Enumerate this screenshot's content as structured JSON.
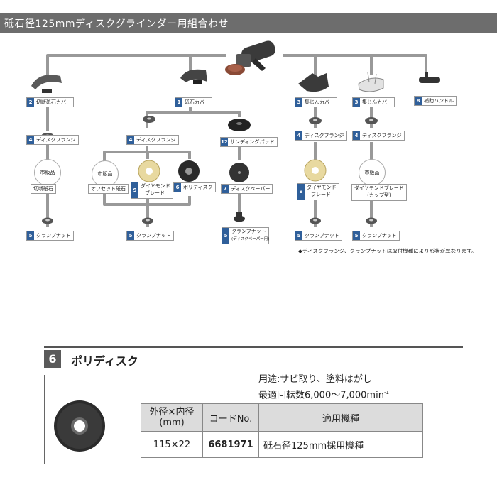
{
  "header": {
    "title": "砥石径125mmディスクグラインダー用組合わせ"
  },
  "labels": {
    "l_cut_cover": {
      "num": "2",
      "text": "切断砥石カバー"
    },
    "l_wheel_cover": {
      "num": "1",
      "text": "砥石カバー"
    },
    "l_dust_a": {
      "num": "3",
      "text": "集じんカバー"
    },
    "l_dust_b": {
      "num": "3",
      "text": "集じんカバー"
    },
    "l_handle": {
      "num": "8",
      "text": "補助ハンドル"
    },
    "l_flange_a": {
      "num": "4",
      "text": "ディスクフランジ"
    },
    "l_flange_b": {
      "num": "4",
      "text": "ディスクフランジ"
    },
    "l_flange_c": {
      "num": "4",
      "text": "ディスクフランジ"
    },
    "l_flange_d": {
      "num": "4",
      "text": "ディスクフランジ"
    },
    "l_sanding_pad": {
      "num": "12",
      "text": "サンディングパッド"
    },
    "l_diamond_a": {
      "num": "9",
      "text": "ダイヤモンド",
      "text2": "ブレード"
    },
    "l_polydisc": {
      "num": "6",
      "text": "ポリディスク"
    },
    "l_disc_paper": {
      "num": "7",
      "text": "ディスクペーパー"
    },
    "l_diamond_b": {
      "num": "9",
      "text": "ダイヤモンド",
      "text2": "ブレード"
    },
    "l_nut_a": {
      "num": "5",
      "text": "クランプナット"
    },
    "l_nut_b": {
      "num": "5",
      "text": "クランプナット"
    },
    "l_nut_c": {
      "num": "5",
      "text": "クランプナット",
      "text2": "(ディスクペーパー用)"
    },
    "l_nut_d": {
      "num": "5",
      "text": "クランプナット"
    },
    "l_nut_e": {
      "num": "5",
      "text": "クランプナット"
    }
  },
  "market": {
    "a": "市販品",
    "b": "市販品",
    "c": "市販品"
  },
  "plain_labels": {
    "cut_wheel": "切断砥石",
    "offset_wheel": "オフセット砥石",
    "diamond_cup": "ダイヤモンドブレード",
    "diamond_cup2": "(カップ型)"
  },
  "note": "◆ディスクフランジ、クランプナットは取付機種により形状が異なります。",
  "product": {
    "num": "6",
    "title": "ポリディスク",
    "usage": "用途:サビ取り、塗料はがし",
    "speed": "最適回転数6,000〜7,000min",
    "speed_sup": "-1",
    "table": {
      "h_size": "外径×内径",
      "h_size2": "(mm)",
      "h_code": "コードNo.",
      "h_model": "適用機種",
      "size": "115×22",
      "code": "6681971",
      "model": "砥石径125mm採用機種"
    }
  }
}
